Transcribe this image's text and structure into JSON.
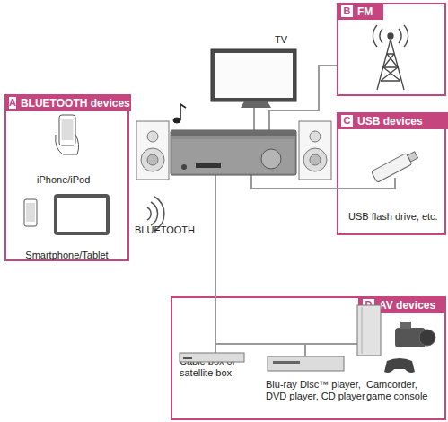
{
  "diagram": {
    "nodes": [
      {
        "text": [
          "A",
          "BLUETOOTH devices",
          "iPhone/iPod",
          "Smartphone/Tablet"
        ]
      },
      {
        "text": [
          "B",
          "FM"
        ]
      },
      {
        "text": [
          "C",
          "USB devices",
          "USB flash drive, etc."
        ]
      },
      {
        "text": [
          "D",
          "AV devices",
          "Cable box or satellite box",
          "Blu-ray Disc™ player, DVD player, CD player",
          "Camcorder, game console"
        ]
      }
    ],
    "labels": [
      "TV",
      "BLUETOOTH"
    ]
  }
}
